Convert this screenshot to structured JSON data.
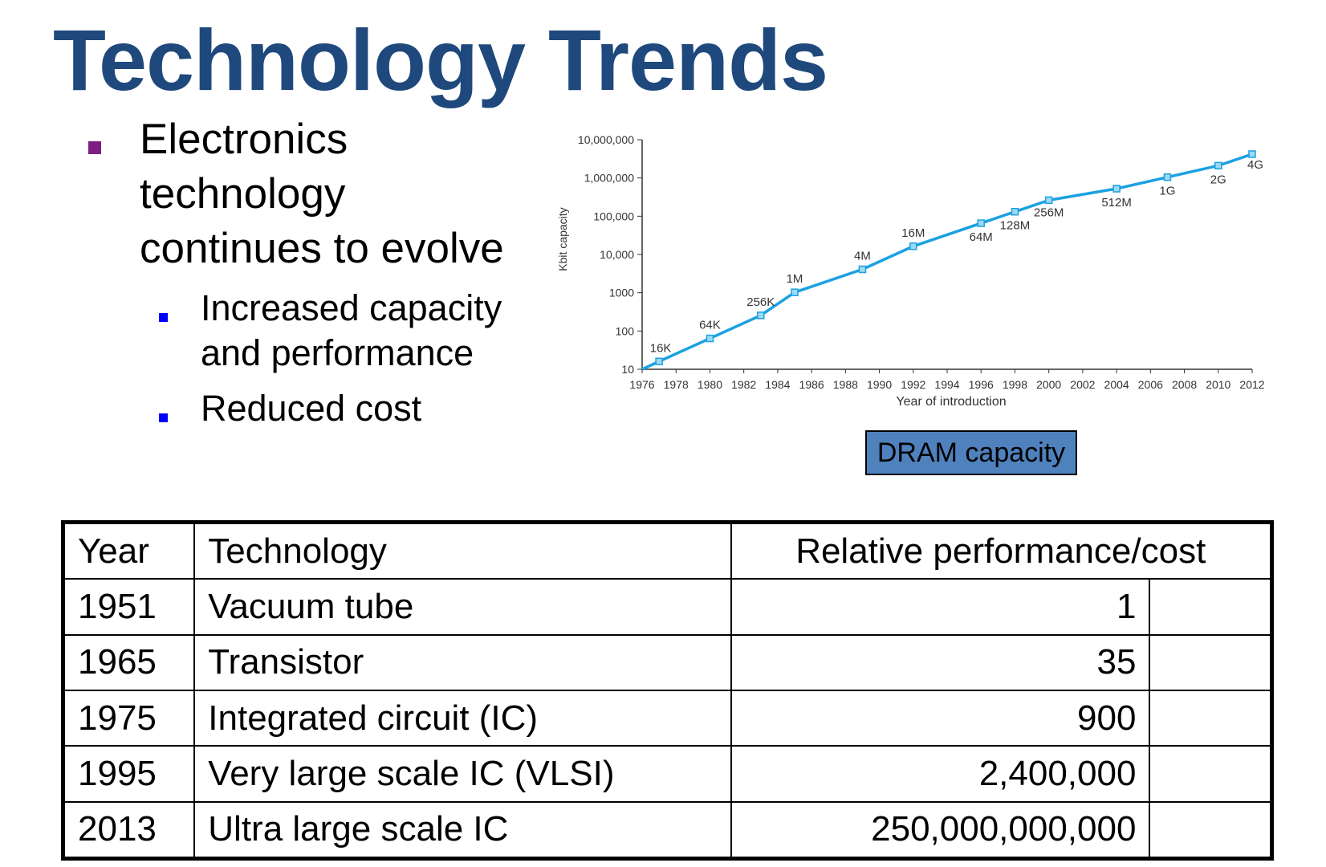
{
  "page": {
    "title": "Technology Trends",
    "bullets": [
      {
        "lines": [
          "Electronics",
          "technology",
          "continues to evolve"
        ],
        "sub": [
          {
            "lines": [
              "Increased capacity",
              "and performance"
            ]
          },
          {
            "lines": [
              "Reduced cost"
            ]
          }
        ]
      }
    ]
  },
  "chart_data": {
    "type": "line",
    "title": "DRAM capacity",
    "xlabel": "Year of introduction",
    "ylabel": "Kbit capacity",
    "yscale": "log",
    "ylim": [
      10,
      10000000
    ],
    "xlim": [
      1976,
      2012
    ],
    "x_ticks": [
      "1976",
      "1978",
      "1980",
      "1982",
      "1984",
      "1986",
      "1988",
      "1990",
      "1992",
      "1994",
      "1996",
      "1998",
      "2000",
      "2002",
      "2004",
      "2006",
      "2008",
      "2010",
      "2012"
    ],
    "y_ticks": [
      "10",
      "100",
      "1000",
      "10,000",
      "100,000",
      "1,000,000",
      "10,000,000"
    ],
    "line_color": "#1ba1e2",
    "series": [
      {
        "points": [
          {
            "x": 1977,
            "y": 16,
            "label": "16K"
          },
          {
            "x": 1980,
            "y": 64,
            "label": "64K"
          },
          {
            "x": 1983,
            "y": 256,
            "label": "256K"
          },
          {
            "x": 1985,
            "y": 1024,
            "label": "1M"
          },
          {
            "x": 1989,
            "y": 4096,
            "label": "4M"
          },
          {
            "x": 1992,
            "y": 16384,
            "label": "16M"
          },
          {
            "x": 1996,
            "y": 65536,
            "label": "64M"
          },
          {
            "x": 1998,
            "y": 131072,
            "label": "128M"
          },
          {
            "x": 2000,
            "y": 262144,
            "label": "256M"
          },
          {
            "x": 2004,
            "y": 524288,
            "label": "512M"
          },
          {
            "x": 2007,
            "y": 1048576,
            "label": "1G"
          },
          {
            "x": 2010,
            "y": 2097152,
            "label": "2G"
          },
          {
            "x": 2012,
            "y": 4194304,
            "label": "4G"
          }
        ]
      }
    ]
  },
  "table": {
    "headers": [
      "Year",
      "Technology",
      "Relative performance/cost"
    ],
    "rows": [
      {
        "year": "1951",
        "technology": "Vacuum tube",
        "value": "1"
      },
      {
        "year": "1965",
        "technology": "Transistor",
        "value": "35"
      },
      {
        "year": "1975",
        "technology": "Integrated circuit (IC)",
        "value": "900"
      },
      {
        "year": "1995",
        "technology": "Very large scale IC (VLSI)",
        "value": "2,400,000"
      },
      {
        "year": "2013",
        "technology": "Ultra large scale IC",
        "value": "250,000,000,000"
      }
    ]
  }
}
